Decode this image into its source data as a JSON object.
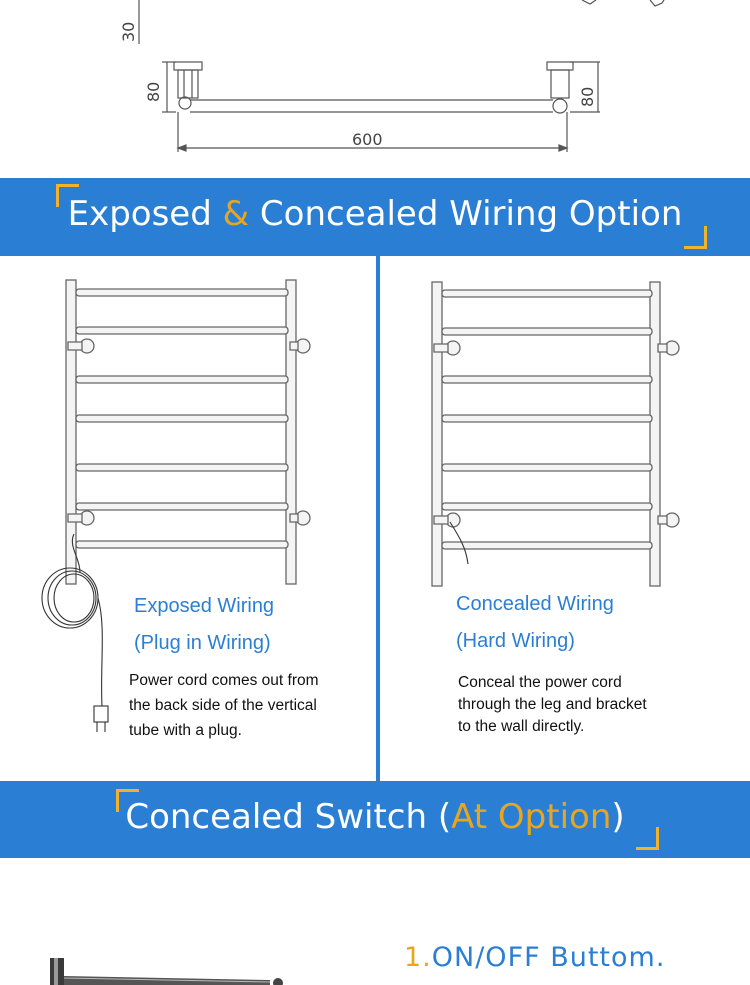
{
  "dimensions": {
    "vertical_top": "30",
    "height_left": "80",
    "height_right": "80",
    "width": "600"
  },
  "banner_wiring": {
    "part1": "Exposed ",
    "ampersand": "&",
    "part2": " Concealed Wiring Option"
  },
  "exposed": {
    "title": "Exposed Wiring",
    "subtitle": "(Plug in Wiring)",
    "description": [
      "Power cord comes out from",
      "the back side of the vertical",
      "tube with a plug."
    ]
  },
  "concealed": {
    "title": "Concealed Wiring",
    "subtitle": "(Hard Wiring)",
    "description": [
      "Conceal the power cord",
      "through the leg and bracket",
      "to the wall directly."
    ]
  },
  "banner_switch": {
    "part1": "Concealed Switch (",
    "highlight": "At Option",
    "part2": ")"
  },
  "feature": {
    "number": "1.",
    "text": "ON/OFF Buttom."
  },
  "colors": {
    "banner_blue": "#2a7fd4",
    "accent_gold": "#e8a520"
  }
}
